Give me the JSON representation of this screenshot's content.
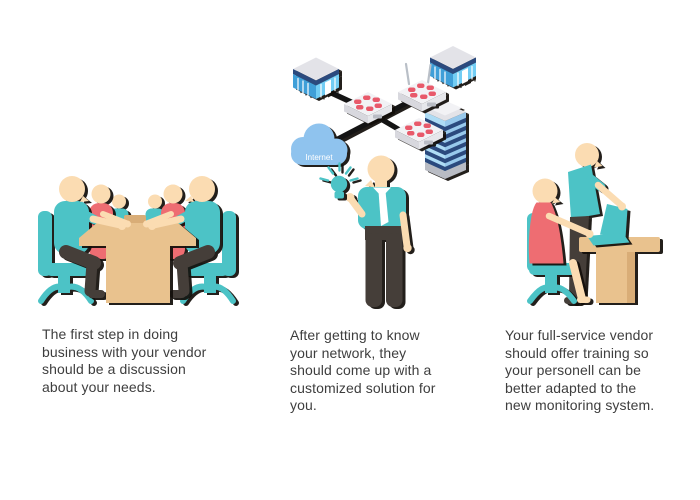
{
  "steps": [
    {
      "id": "discussion",
      "caption": "The first step in doing\nbusiness with your vendor\nshould be a discussion\nabout your needs."
    },
    {
      "id": "customized-solution",
      "caption": "After getting to know\nyour network, they\nshould come up with a\ncustomized solution for\nyou."
    },
    {
      "id": "training",
      "caption": "Your full-service vendor\nshould offer training so\nyour personell can be\nbetter adapted to the\nnew monitoring system."
    }
  ],
  "network": {
    "cloud_label": "Internet"
  },
  "icons": [
    "internet-cloud-icon",
    "router-icon",
    "wireless-router-icon",
    "server-building-icon",
    "office-tower-icon",
    "idea-lightbulb-icon",
    "laptop-icon",
    "office-chair-icon",
    "meeting-table-icon",
    "desk-icon"
  ],
  "colors": {
    "teal": "#4cc3c6",
    "red": "#ee6d72",
    "skin": "#fbdcb2",
    "tan": "#e9c28e",
    "tan-dark": "#d9ad77",
    "dark": "#453e39",
    "cloud-blue": "#8fc3ee",
    "building-blue": "#72cdf4",
    "building-blue-dark": "#3f9fd8",
    "navy": "#2b4a7e",
    "grey-light": "#e3e3e8",
    "router-top": "#f2f2f5",
    "router-face": "#d8d8de",
    "router-face2": "#e6e7eb",
    "router-red": "#e8596a",
    "stripe-blue": "#aedcf5",
    "stripe-blue2": "#98c9ec",
    "tower-base": "#b9bcc4",
    "line-black": "#141414",
    "antenna-grey": "#b9bfc7",
    "text-color": "#3e3e3e",
    "white": "#ffffff"
  }
}
